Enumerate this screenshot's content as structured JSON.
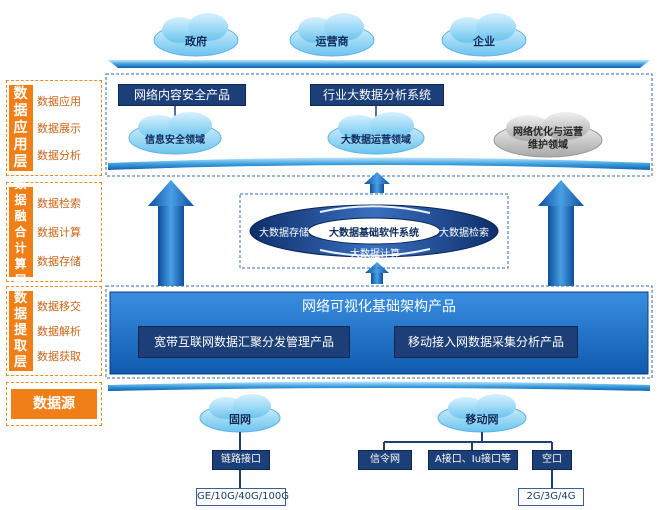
{
  "top_clouds": [
    "政府",
    "运营商",
    "企业"
  ],
  "layers": [
    {
      "title": "数据应用层",
      "items": [
        "数据应用",
        "数据展示",
        "数据分析"
      ]
    },
    {
      "title": "数据融合计算层",
      "items": [
        "数据检索",
        "数据计算",
        "数据存储"
      ]
    },
    {
      "title": "数据提取层",
      "items": [
        "数据移交",
        "数据解析",
        "数据获取"
      ]
    },
    {
      "title": "数据源",
      "items": []
    }
  ],
  "application": {
    "products": [
      "网络内容安全产品",
      "行业大数据分析系统"
    ],
    "domains": [
      "信息安全领域",
      "大数据运营领域",
      "网络优化与运营\n维护领域"
    ]
  },
  "fusion": {
    "center": "大数据基础软件系统",
    "storage": "大数据存储",
    "search": "大数据检索",
    "compute": "大数据计算"
  },
  "extraction": {
    "title": "网络可视化基础架构产品",
    "products": [
      "宽带互联网数据汇聚分发管理产品",
      "移动接入网数据采集分析产品"
    ]
  },
  "sources": {
    "fixed": {
      "cloud": "固网",
      "interfaces": [
        "链路接口"
      ],
      "speeds": "GE/10G/40G/100G"
    },
    "mobile": {
      "cloud": "移动网",
      "interfaces": [
        "信令网",
        "A接口、Iu接口等",
        "空口"
      ],
      "speeds": "2G/3G/4G"
    }
  },
  "colors": {
    "orange": "#f07f18",
    "navy": "#1d3f78",
    "blue": "#2a6fc0",
    "cloud": "#7fd0f2"
  }
}
